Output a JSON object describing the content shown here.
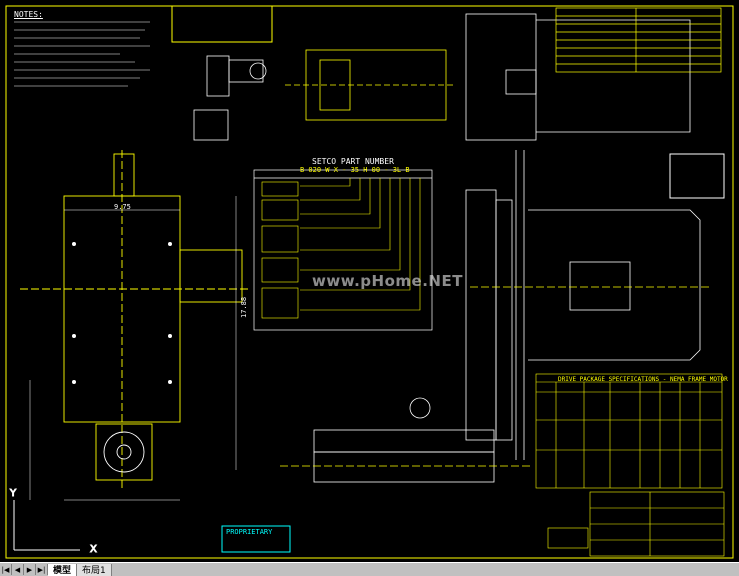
{
  "drawing": {
    "notes_title": "NOTES:",
    "part_number_title": "SETCO PART NUMBER",
    "part_number_code": "B 020 W X - 35 H 00 - 3L B",
    "drive_table_title": "DRIVE PACKAGE SPECIFICATIONS - NEMA FRAME MOTOR",
    "proprietary_label": "PROPRIETARY",
    "watermark": "www.pHome.NET",
    "dimension_main_height": "17.88",
    "dimension_width": "9.75",
    "colors": {
      "background": "#000000",
      "lines": "#ffff00",
      "text_white": "#ffffff",
      "accent_cyan": "#00ffff",
      "accent_green": "#00ff00"
    }
  },
  "tabs": {
    "model": "模型",
    "layout": "布局1"
  },
  "icons": {
    "first": "nav-first-icon",
    "prev": "nav-prev-icon",
    "next": "nav-next-icon",
    "last": "nav-last-icon"
  }
}
